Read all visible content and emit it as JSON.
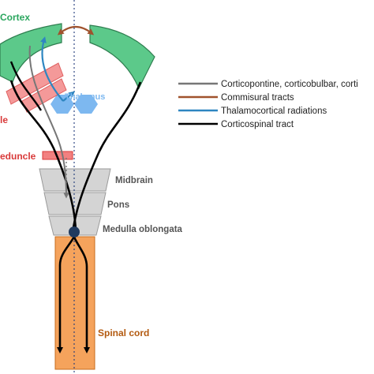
{
  "labels": {
    "cortex": "Cortex",
    "thalamus": "Thalamus",
    "internal_capsule_fragment": "le",
    "peduncle_fragment": "eduncle",
    "midbrain": "Midbrain",
    "pons": "Pons",
    "medulla": "Medulla oblongata",
    "spinal_cord": "Spinal cord"
  },
  "legend": [
    {
      "label": "Corticopontine,  corticobulbar, corti",
      "color": "#777777"
    },
    {
      "label": "Commisural tracts",
      "color": "#a0522d"
    },
    {
      "label": "Thalamocortical radiations",
      "color": "#2e86c1"
    },
    {
      "label": "Corticospinal tract",
      "color": "#000000"
    }
  ],
  "colors": {
    "cortex": "#5cc98a",
    "cortex_label": "#2aa65e",
    "thalamus": "#7db8f0",
    "thalamus_label": "#7db8f0",
    "red_label": "#d93a3a",
    "red_band": "#f28080",
    "brainstem": "#d4d4d4",
    "spinal_cord": "#f5a35c",
    "spinal_label": "#b35a10",
    "decussation": "#1f3a5f"
  }
}
